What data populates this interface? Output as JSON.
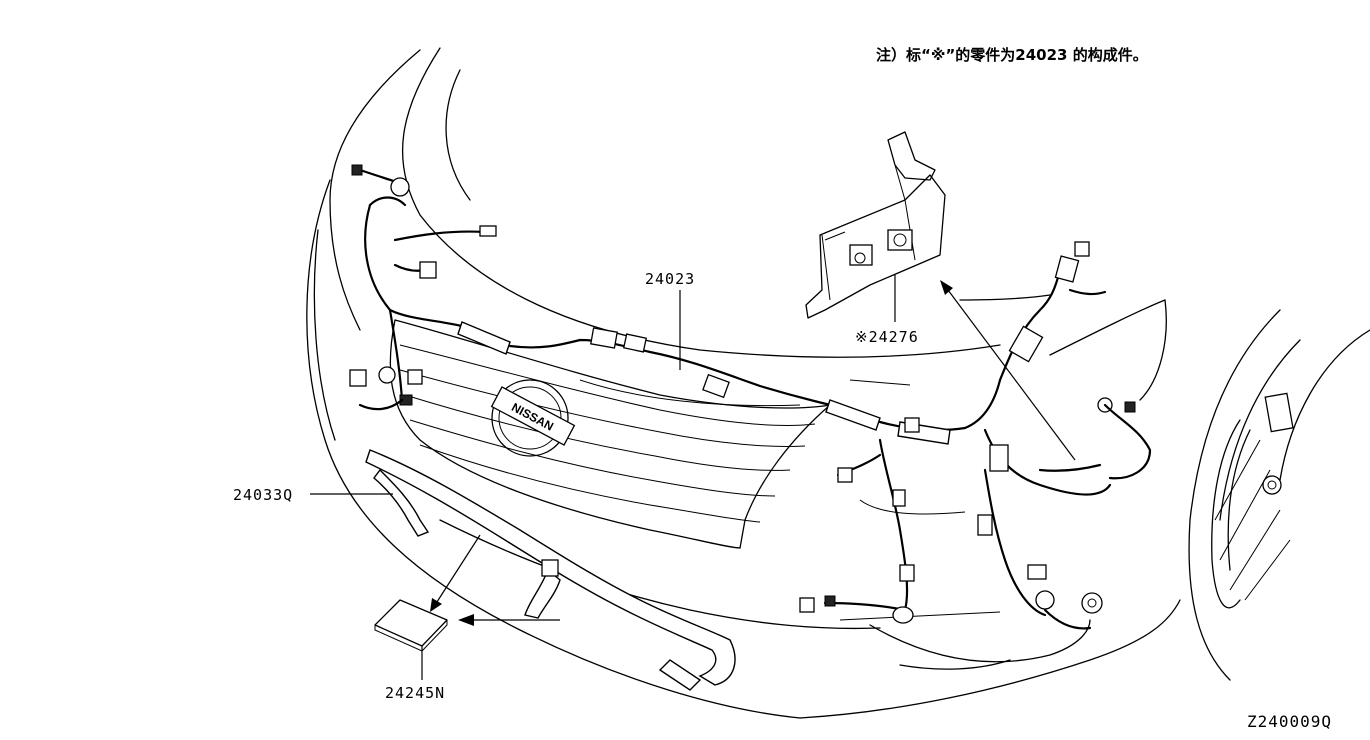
{
  "note": "注）标“※”的零件为24023 的构成件。",
  "logo_text": "NISSAN",
  "diagram_code": "Z240009Q",
  "parts": {
    "p24023": "24023",
    "p24276": "※24276",
    "p24033q": "24033Q",
    "p24245n": "24245N"
  }
}
